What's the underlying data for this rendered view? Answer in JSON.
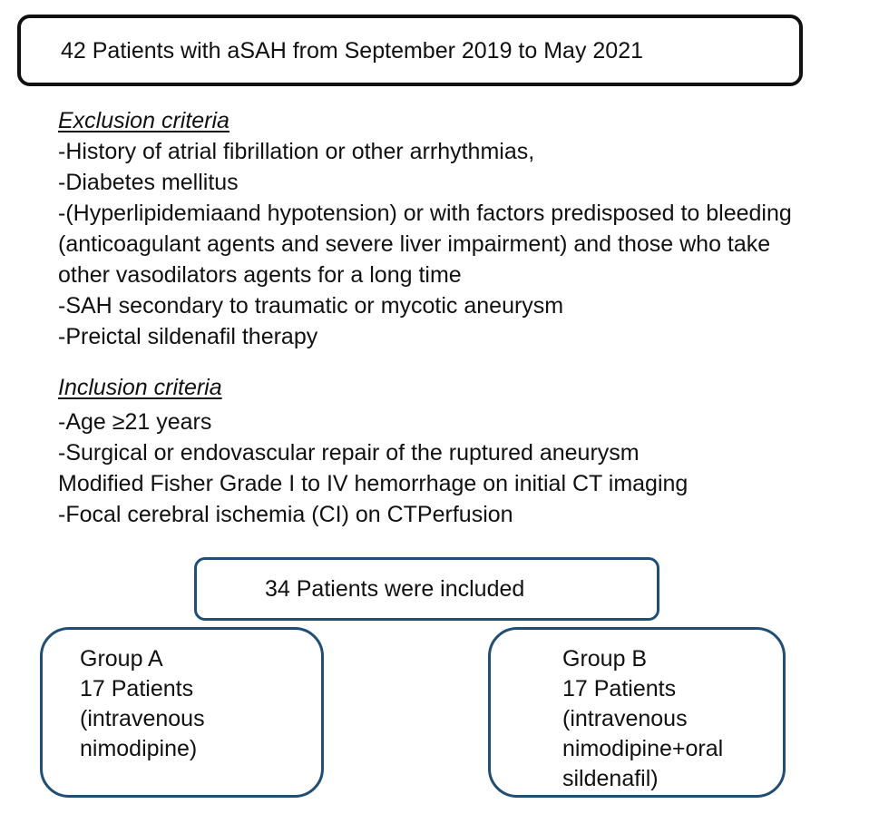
{
  "header": {
    "text": "42 Patients with aSAH from September 2019 to May 2021"
  },
  "exclusion": {
    "heading": "Exclusion criteria",
    "lines": [
      "-History of atrial fibrillation or other arrhythmias,",
      "-Diabetes mellitus",
      "-(Hyperlipidemiaand hypotension) or with factors predisposed to bleeding",
      "(anticoagulant agents and severe liver impairment) and those who take",
      "other vasodilators agents for a long time",
      "-SAH secondary to traumatic or mycotic aneurysm",
      "-Preictal sildenafil therapy"
    ]
  },
  "inclusion": {
    "heading": "Inclusion criteria",
    "lines": [
      "-Age ≥21 years",
      "-Surgical or endovascular repair of the ruptured aneurysm",
      "Modified Fisher Grade I to IV hemorrhage on initial CT imaging",
      "-Focal cerebral ischemia (CI) on CTPerfusion"
    ]
  },
  "included": {
    "text": "34 Patients were included"
  },
  "groups": [
    {
      "lines": [
        "Group A",
        "17 Patients",
        "(intravenous",
        "nimodipine)"
      ]
    },
    {
      "lines": [
        "Group B",
        "17 Patients",
        "(intravenous",
        "nimodipine+oral",
        "sildenafil)"
      ]
    }
  ],
  "colors": {
    "top_box_border": "#111111",
    "lower_box_border": "#1f4e79"
  }
}
